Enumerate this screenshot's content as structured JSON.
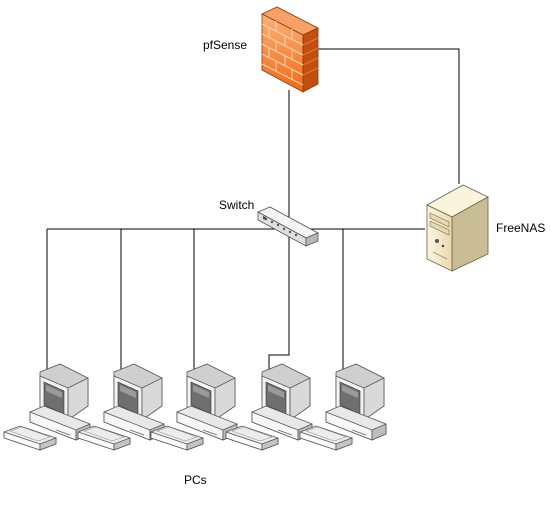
{
  "labels": {
    "firewall": "pfSense",
    "switch": "Switch",
    "server": "FreeNAS",
    "pcs": "PCs"
  },
  "pc_count": 5,
  "colors": {
    "firewall_front": "#f47a2a",
    "firewall_side": "#c24e10",
    "firewall_top": "#f9a066",
    "firewall_mortar": "#fcd2b0",
    "device_body": "#f2f2f2",
    "device_side": "#c9c9c9",
    "device_outline": "#555555",
    "screen": "#6c6c6c",
    "server_body": "#f1e6c8",
    "server_side": "#c9bd96",
    "wire": "#000000"
  }
}
